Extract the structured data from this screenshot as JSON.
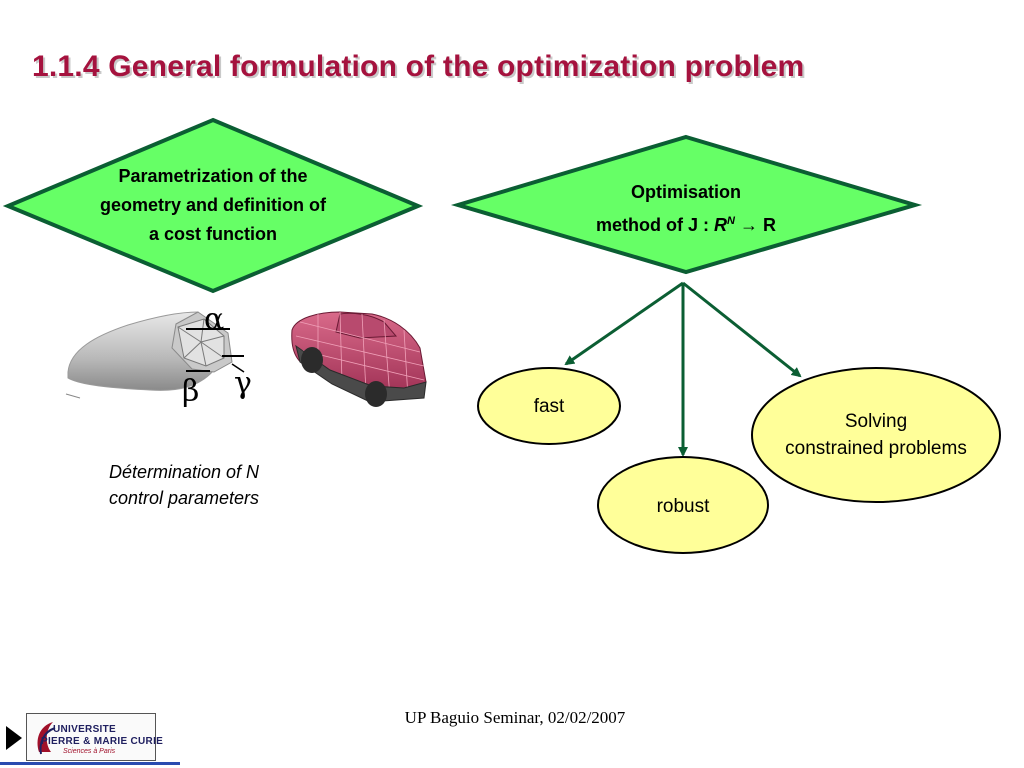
{
  "slide": {
    "title": "1.1.4  General formulation of the optimization problem",
    "footer": "UP Baguio Seminar, 02/02/2007"
  },
  "left_diamond": {
    "line1": "Parametrization of the",
    "line2": "geometry and definition of",
    "line3": "a cost function"
  },
  "right_diamond": {
    "line1": "Optimisation",
    "line2_prefix": "method of J : ",
    "line2_space": "R",
    "line2_exp": "N",
    "line2_arrow": " → ",
    "line2_target": "R"
  },
  "ellipses": {
    "fast": "fast",
    "robust": "robust",
    "solving_line1": "Solving",
    "solving_line2": "constrained problems"
  },
  "caption": {
    "line1": "Détermination of N",
    "line2": "control parameters"
  },
  "greek": {
    "alpha": "α",
    "beta": "β",
    "gamma": "γ"
  },
  "logo": {
    "line1": "UNIVERSITE",
    "line2": "PIERRE & MARIE CURIE",
    "line3": "Sciences à Paris"
  },
  "colors": {
    "title": "#a5123e",
    "diamond_fill": "#66ff66",
    "diamond_stroke": "#0b5e33",
    "ellipse_fill": "#ffff99",
    "arrow": "#0b5e33"
  }
}
